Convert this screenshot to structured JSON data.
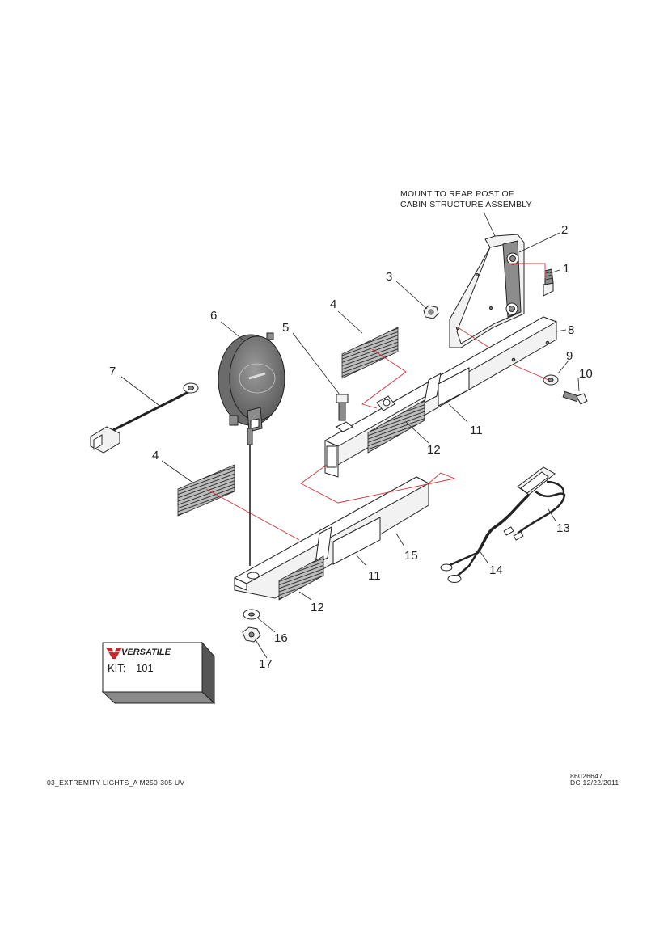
{
  "note": {
    "line1": "MOUNT TO REAR POST OF",
    "line2": "CABIN STRUCTURE ASSEMBLY"
  },
  "callouts": [
    {
      "id": "c1",
      "label": "1"
    },
    {
      "id": "c2",
      "label": "2"
    },
    {
      "id": "c3",
      "label": "3"
    },
    {
      "id": "c4a",
      "label": "4"
    },
    {
      "id": "c4b",
      "label": "4"
    },
    {
      "id": "c5",
      "label": "5"
    },
    {
      "id": "c6",
      "label": "6"
    },
    {
      "id": "c7",
      "label": "7"
    },
    {
      "id": "c8",
      "label": "8"
    },
    {
      "id": "c9",
      "label": "9"
    },
    {
      "id": "c10",
      "label": "10"
    },
    {
      "id": "c11a",
      "label": "11"
    },
    {
      "id": "c11b",
      "label": "11"
    },
    {
      "id": "c12a",
      "label": "12"
    },
    {
      "id": "c12b",
      "label": "12"
    },
    {
      "id": "c13",
      "label": "13"
    },
    {
      "id": "c14",
      "label": "14"
    },
    {
      "id": "c15",
      "label": "15"
    },
    {
      "id": "c16",
      "label": "16"
    },
    {
      "id": "c17",
      "label": "17"
    }
  ],
  "kit_box": {
    "brand": "VERSATILE",
    "kit_label": "KIT:",
    "kit_number": "101"
  },
  "footer": {
    "drawing_title": "03_EXTREMITY LIGHTS_A M250-305 UV",
    "part_number": "86026647",
    "revision": "DC 12/22/2011"
  },
  "colors": {
    "linework": "#222222",
    "connector_red": "#d0343a",
    "brand_red": "#c8242b"
  }
}
